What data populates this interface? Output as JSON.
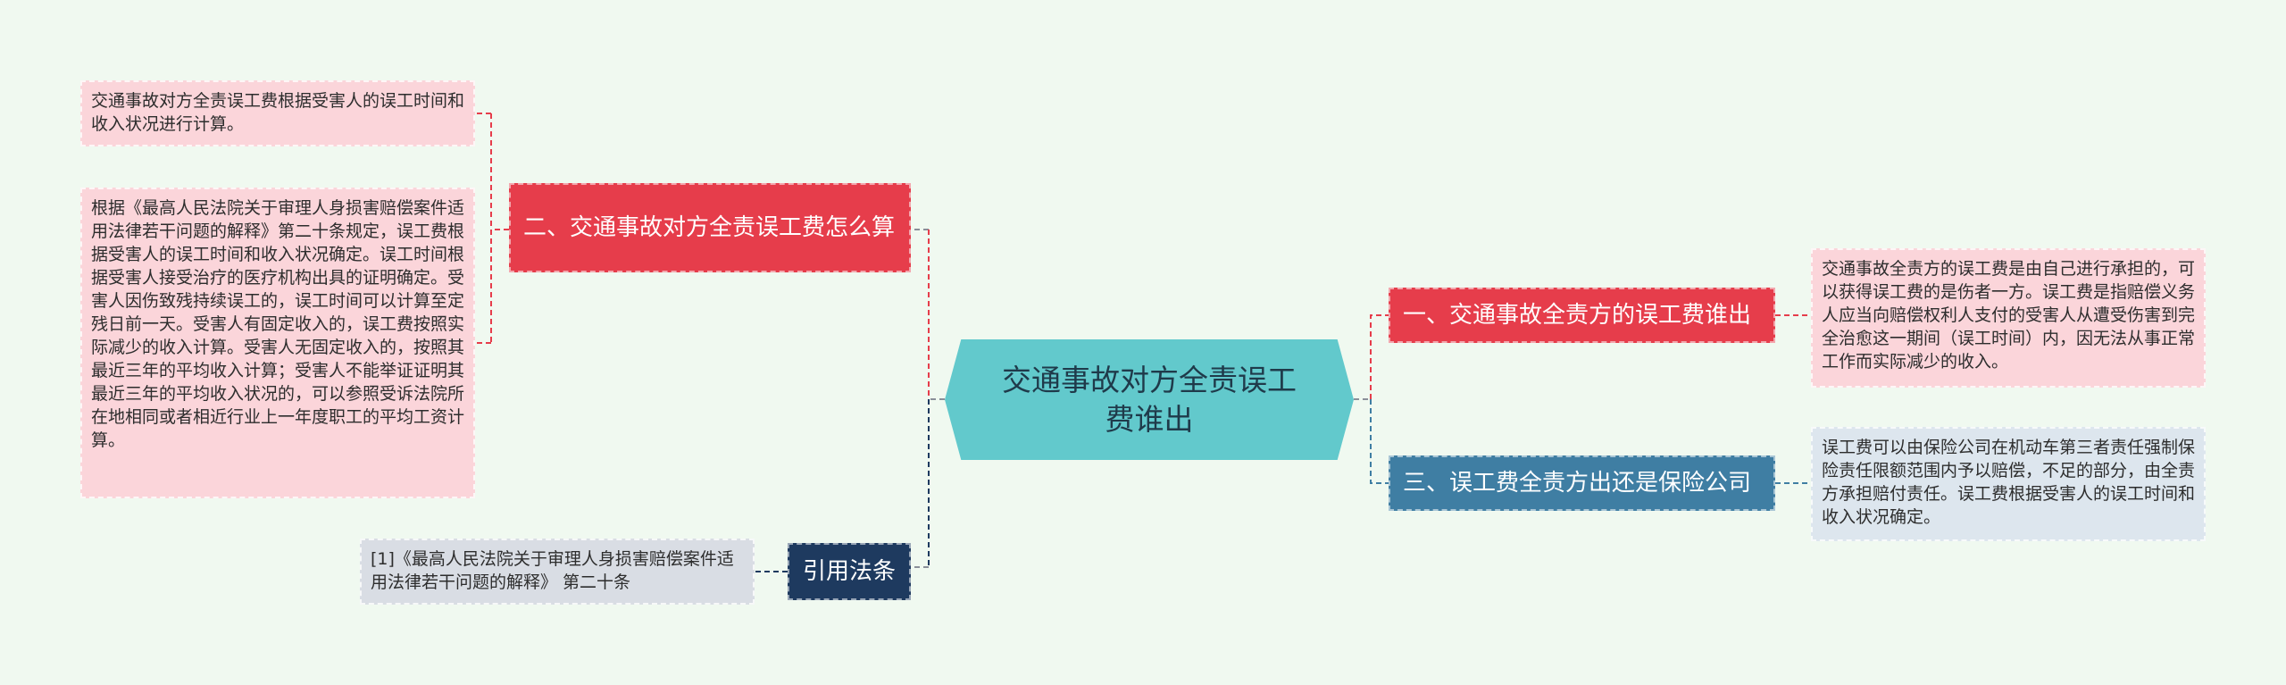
{
  "root": {
    "title": "交通事故对方全责误工费谁出"
  },
  "branches": {
    "left_top": {
      "label": "二、交通事故对方全责误工费怎么算",
      "color": "#e63d4b"
    },
    "left_bottom": {
      "label": "引用法条",
      "color": "#1e3a5f"
    },
    "right_top": {
      "label": "一、交通事故全责方的误工费谁出",
      "color": "#e63d4b"
    },
    "right_bottom": {
      "label": "三、误工费全责方出还是保险公司",
      "color": "#3f7ea3"
    }
  },
  "leaves": {
    "left_top_1": "交通事故对方全责误工费根据受害人的误工时间和收入状况进行计算。",
    "left_top_2": "根据《最高人民法院关于审理人身损害赔偿案件适用法律若干问题的解释》第二十条规定，误工费根据受害人的误工时间和收入状况确定。误工时间根据受害人接受治疗的医疗机构出具的证明确定。受害人因伤致残持续误工的，误工时间可以计算至定残日前一天。受害人有固定收入的，误工费按照实际减少的收入计算。受害人无固定收入的，按照其最近三年的平均收入计算；受害人不能举证证明其最近三年的平均收入状况的，可以参照受诉法院所在地相同或者相近行业上一年度职工的平均工资计算。",
    "left_bottom_1": "[1]《最高人民法院关于审理人身损害赔偿案件适用法律若干问题的解释》 第二十条",
    "right_top_1": "交通事故全责方的误工费是由自己进行承担的，可以获得误工费的是伤者一方。误工费是指赔偿义务人应当向赔偿权利人支付的受害人从遭受伤害到完全治愈这一期间（误工时间）内，因无法从事正常工作而实际减少的收入。",
    "right_bottom_1": "误工费可以由保险公司在机动车第三者责任强制保险责任限额范围内予以赔偿，不足的部分，由全责方承担赔付责任。误工费根据受害人的误工时间和收入状况确定。"
  }
}
